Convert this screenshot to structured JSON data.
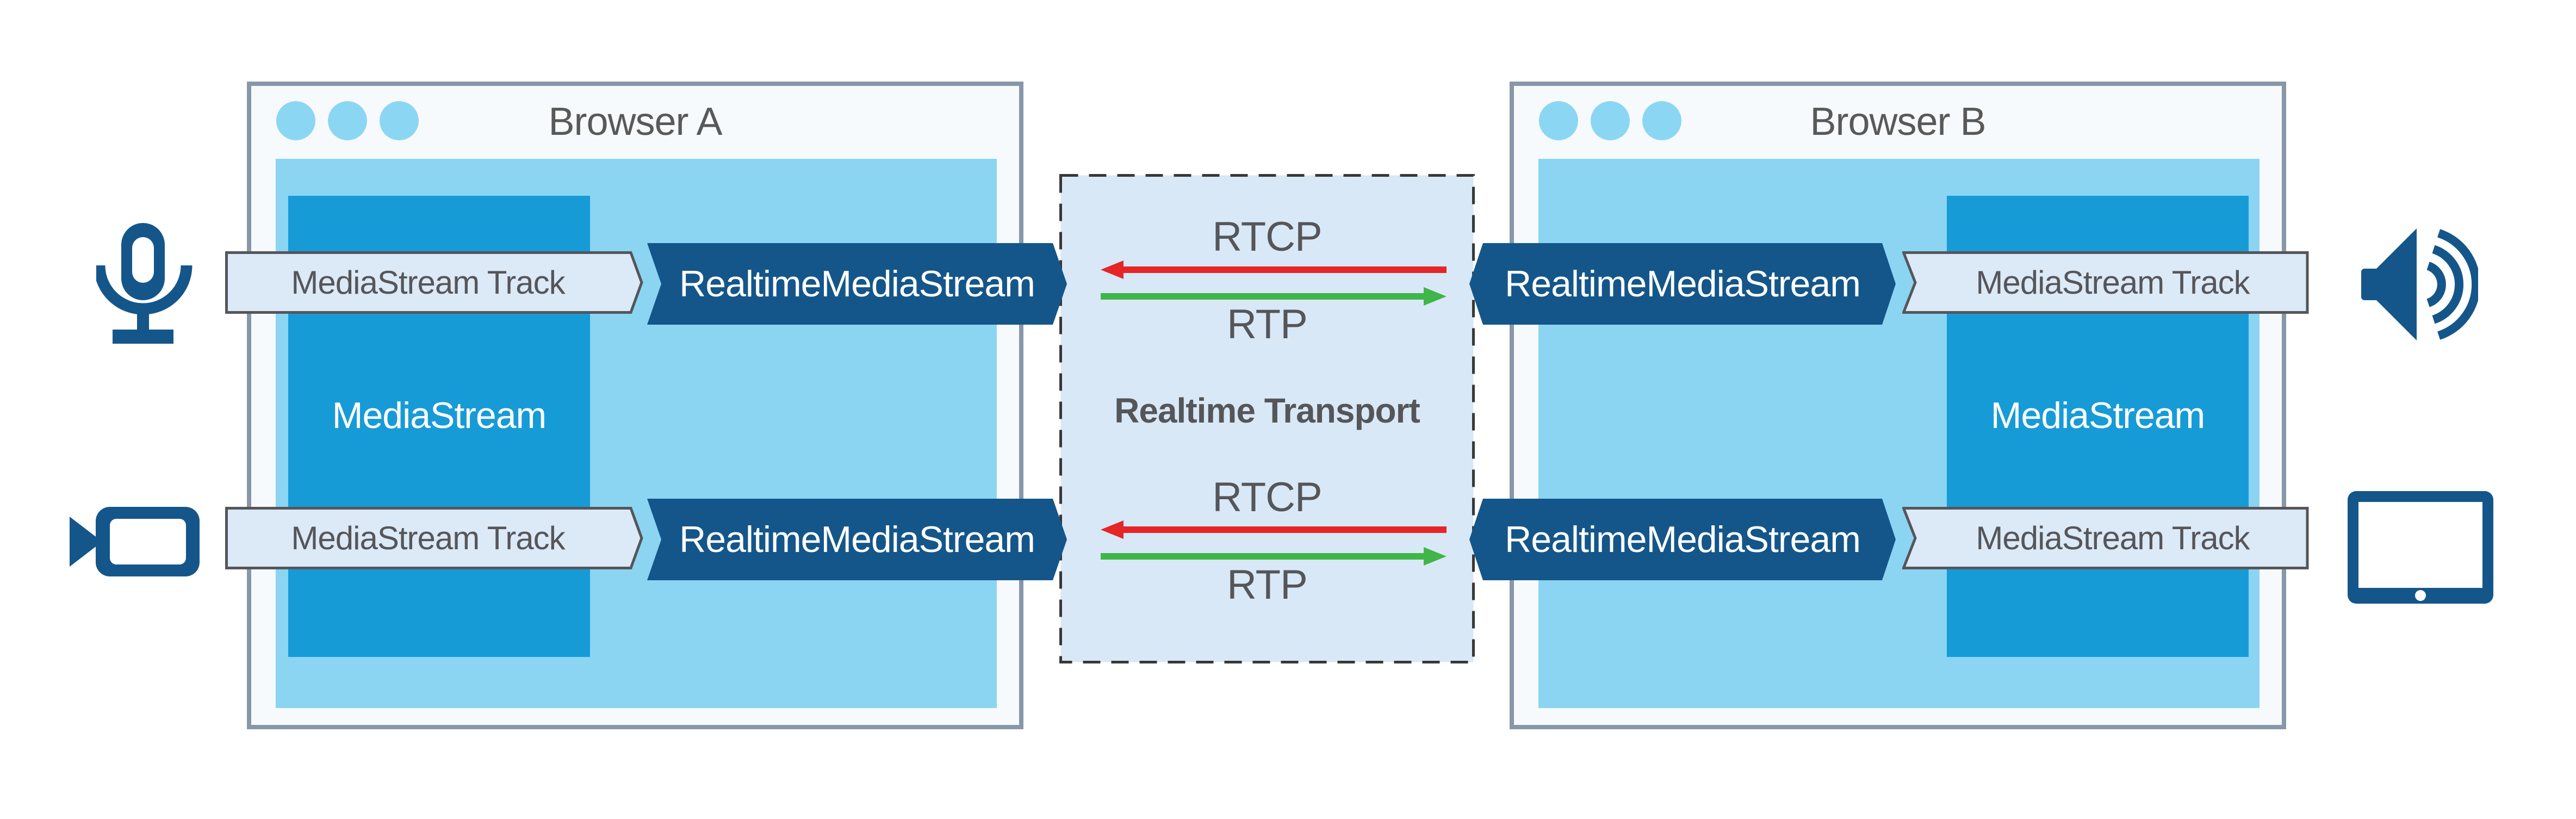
{
  "browser_a": {
    "title": "Browser A",
    "media_stream": "MediaStream",
    "tracks": [
      "MediaStream Track",
      "MediaStream Track"
    ],
    "realtime": [
      "RealtimeMediaStream",
      "RealtimeMediaStream"
    ]
  },
  "browser_b": {
    "title": "Browser B",
    "media_stream": "MediaStream",
    "tracks": [
      "MediaStream Track",
      "MediaStream Track"
    ],
    "realtime": [
      "RealtimeMediaStream",
      "RealtimeMediaStream"
    ]
  },
  "transport": {
    "title": "Realtime Transport",
    "flows": [
      {
        "rtcp": "RTCP",
        "rtp": "RTP"
      },
      {
        "rtcp": "RTCP",
        "rtp": "RTP"
      }
    ]
  },
  "icons": {
    "left_top": "microphone",
    "left_bottom": "video-camera",
    "right_top": "speaker",
    "right_bottom": "tablet-display"
  },
  "colors": {
    "navy": "#14568A",
    "media_blue": "#179BD7",
    "sky_blue": "#8BD5F3",
    "track_fill": "#DCE9F6",
    "transport_fill": "#D9E8F6",
    "window_fill": "#F7FAFC",
    "window_border": "#8897A8",
    "outline_gray": "#55565A",
    "text_gray": "#595959",
    "rtcp_red": "#E52528",
    "rtp_green": "#40B54A"
  }
}
